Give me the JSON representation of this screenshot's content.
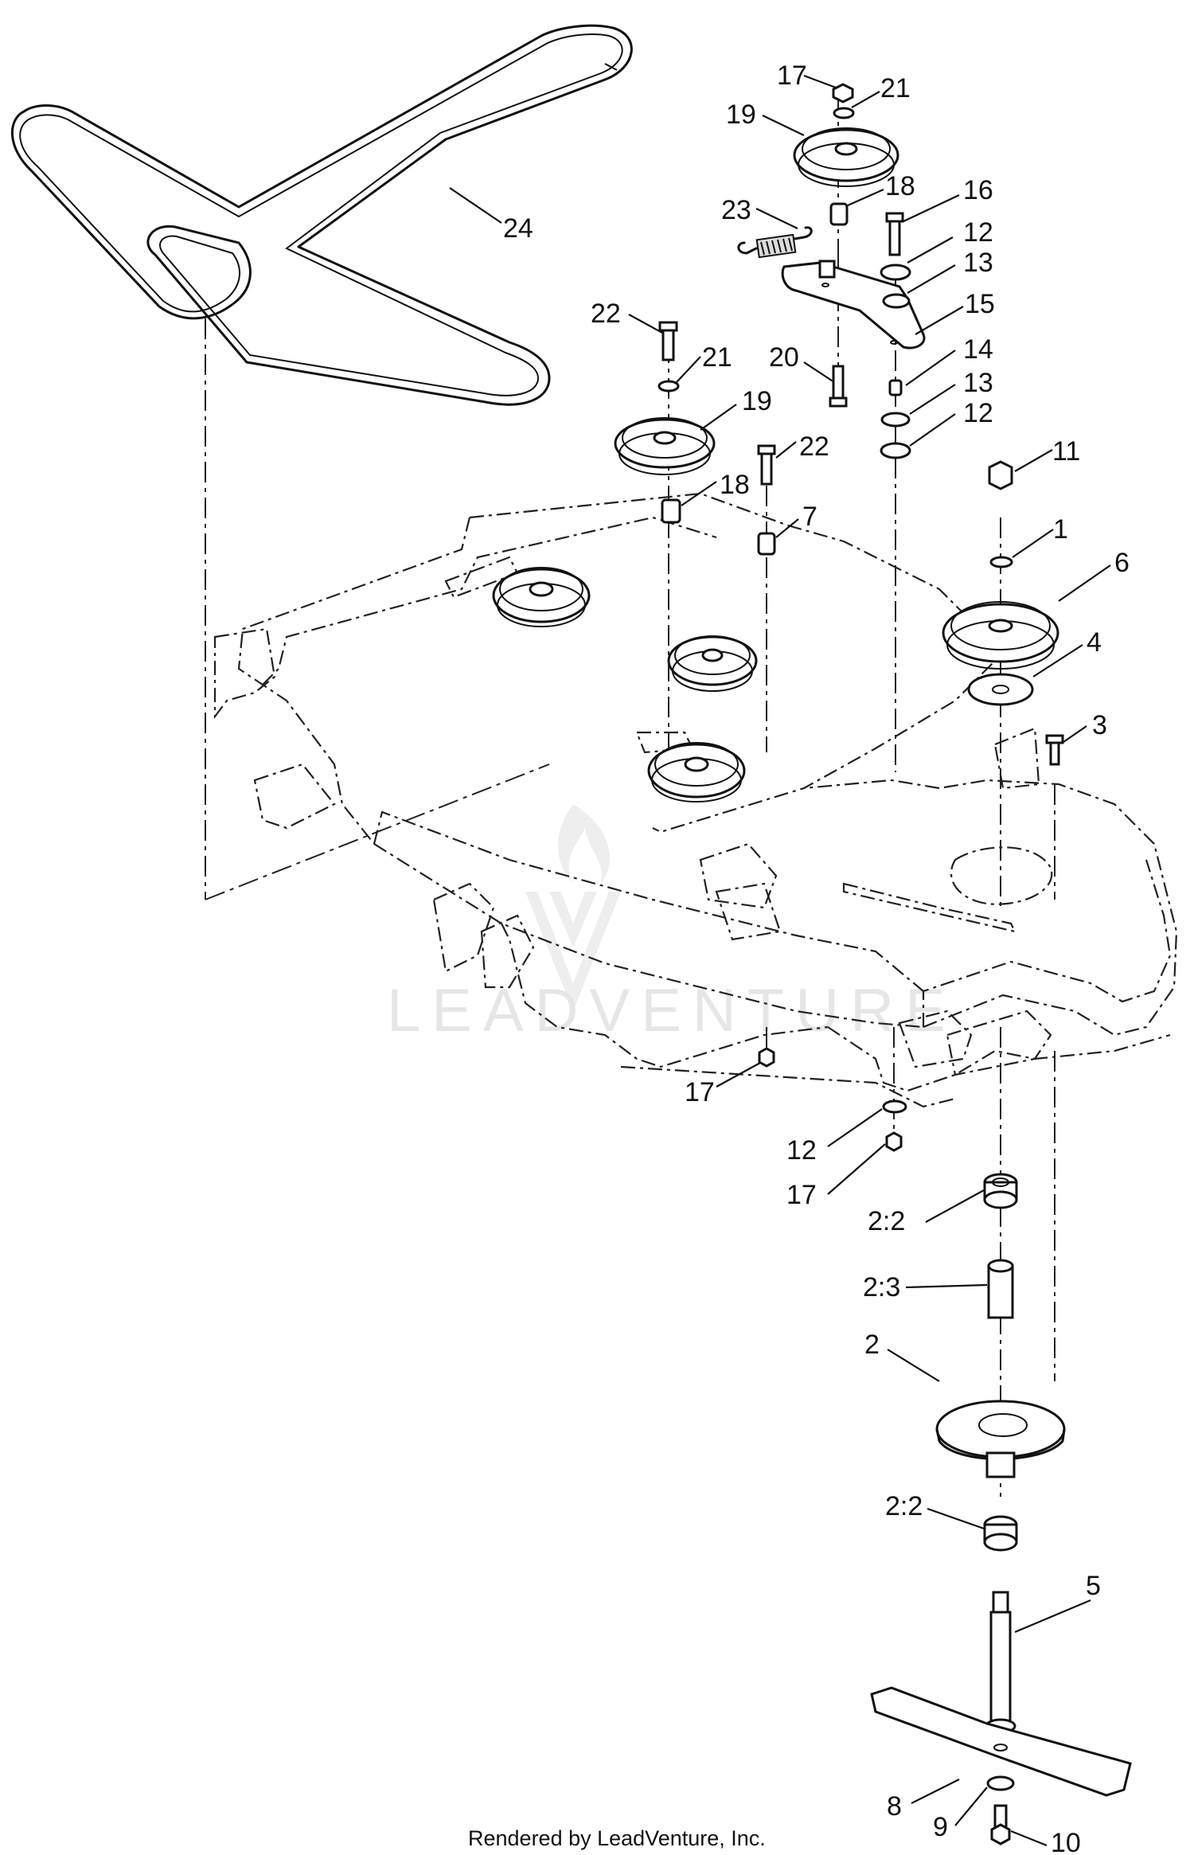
{
  "watermark": "LEADVENTURE",
  "footer": "Rendered by LeadVenture, Inc.",
  "callouts": {
    "c17a": "17",
    "c21a": "21",
    "c19a": "19",
    "c18a": "18",
    "c16": "16",
    "c23": "23",
    "c12a": "12",
    "c13a": "13",
    "c15": "15",
    "c24": "24",
    "c22a": "22",
    "c21b": "21",
    "c20": "20",
    "c14": "14",
    "c19b": "19",
    "c13b": "13",
    "c12b": "12",
    "c22b": "22",
    "c11": "11",
    "c18b": "18",
    "c7": "7",
    "c1": "1",
    "c6": "6",
    "c4": "4",
    "c3": "3",
    "c17b": "17",
    "c12c": "12",
    "c17c": "17",
    "c2_2a": "2:2",
    "c2_3": "2:3",
    "c2": "2",
    "c2_2b": "2:2",
    "c5": "5",
    "c8": "8",
    "c9": "9",
    "c10": "10"
  }
}
